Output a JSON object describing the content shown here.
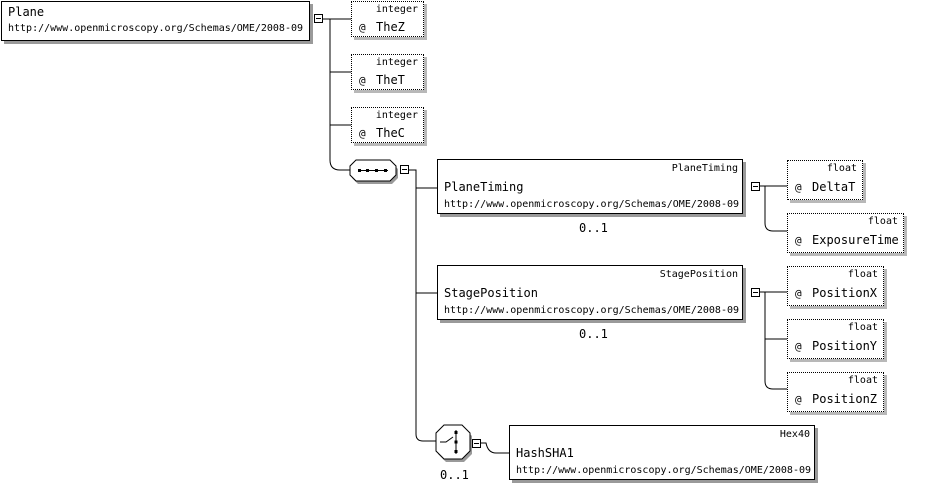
{
  "root": {
    "name": "Plane",
    "namespace": "http://www.openmicroscopy.org/Schemas/OME/2008-09",
    "attributes": [
      {
        "at": "@",
        "name": "TheZ",
        "type": "integer"
      },
      {
        "at": "@",
        "name": "TheT",
        "type": "integer"
      },
      {
        "at": "@",
        "name": "TheC",
        "type": "integer"
      }
    ]
  },
  "sequence": {
    "elements": [
      {
        "type": "PlaneTiming",
        "name": "PlaneTiming",
        "namespace": "http://www.openmicroscopy.org/Schemas/OME/2008-09",
        "occurrence": "0..1",
        "attributes": [
          {
            "at": "@",
            "name": "DeltaT",
            "type": "float"
          },
          {
            "at": "@",
            "name": "ExposureTime",
            "type": "float"
          }
        ]
      },
      {
        "type": "StagePosition",
        "name": "StagePosition",
        "namespace": "http://www.openmicroscopy.org/Schemas/OME/2008-09",
        "occurrence": "0..1",
        "attributes": [
          {
            "at": "@",
            "name": "PositionX",
            "type": "float"
          },
          {
            "at": "@",
            "name": "PositionY",
            "type": "float"
          },
          {
            "at": "@",
            "name": "PositionZ",
            "type": "float"
          }
        ]
      }
    ]
  },
  "choice": {
    "occurrence": "0..1",
    "element": {
      "type": "Hex40",
      "name": "HashSHA1",
      "namespace": "http://www.openmicroscopy.org/Schemas/OME/2008-09"
    }
  }
}
